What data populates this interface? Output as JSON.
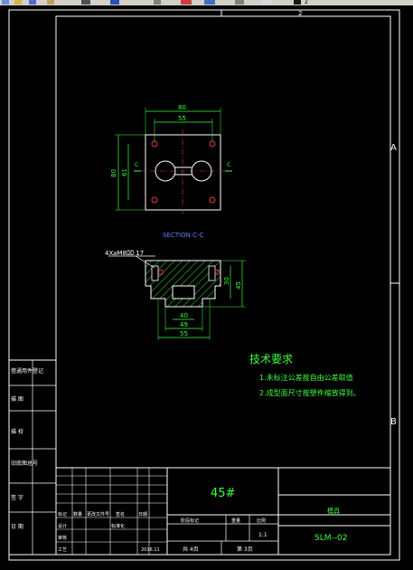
{
  "toolbar": {
    "icons": [
      "new-icon",
      "open-icon",
      "save-icon",
      "print-icon",
      "undo-icon",
      "redo-icon",
      "pan-icon",
      "zoom-window-icon",
      "zoom-previous-icon",
      "properties-icon",
      "layer-icon",
      "text-style-icon"
    ],
    "label": "2"
  },
  "sheet": {
    "zone_top": "2",
    "zone_a": "A",
    "zone_b": "B"
  },
  "plan_view": {
    "dim_overall": "80",
    "dim_holes": "55",
    "dim_height": "80",
    "dim_height_inner": "61",
    "cut_left": "C",
    "cut_right": "C"
  },
  "section": {
    "title": "SECTION C-C",
    "hole_callout": "4X⌀M8⌧ 17",
    "dim_45": "45",
    "dim_30": "30",
    "dim_40": "40",
    "dim_49": "49",
    "dim_55": "55"
  },
  "notes": {
    "title": "技术要求",
    "items": [
      "1.未标注公差按自由公差取值",
      "2.成型面尺寸按塑件缩放得到。"
    ]
  },
  "side_table": {
    "labels": [
      "借通用件登记",
      "描  图",
      "描  校",
      "旧底图总号",
      "签  字",
      "日  期"
    ]
  },
  "title_block": {
    "material": "45#",
    "part_name": "模具",
    "drawing_no": "SLM--02",
    "scale": "1:1",
    "date": "2016.11",
    "sheets_total": "共  4页",
    "sheet_no": "第  3页",
    "col_mark": "标记",
    "col_count": "数量",
    "col_zone": "更改文件号",
    "col_sign": "签名",
    "col_stage": "阶段标记",
    "col_weight": "重量",
    "col_ratio": "比例",
    "row_design": "设计",
    "row_check": "审核",
    "row_craft": "工艺",
    "row_standard": "标准化",
    "row_date": "日期"
  }
}
